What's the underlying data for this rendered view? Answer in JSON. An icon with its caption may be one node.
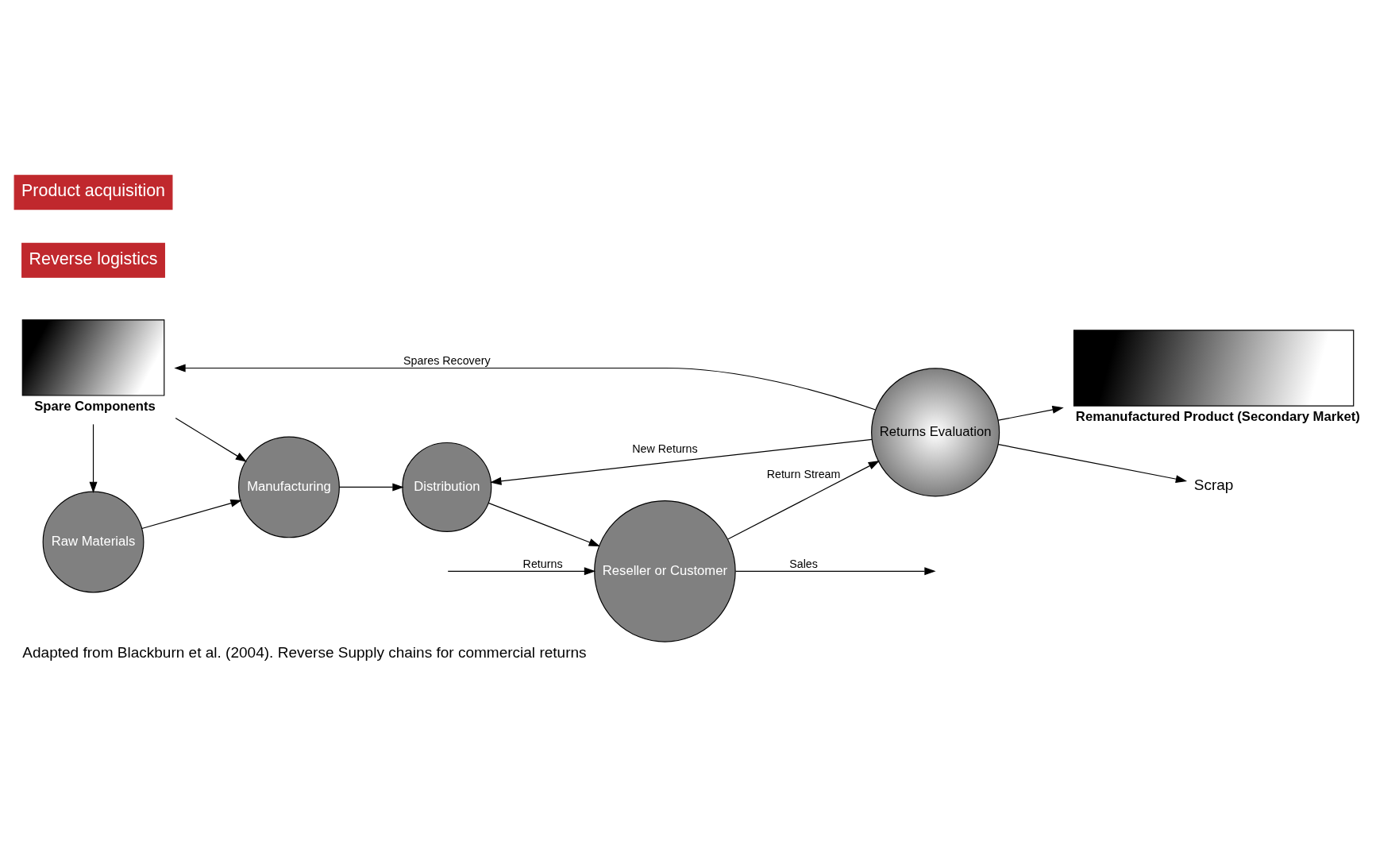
{
  "diagram": {
    "caption": "Adapted from Blackburn et al. (2004). Reverse Supply chains for commercial returns",
    "nodes": [
      {
        "text": [
          "Raw Materials"
        ]
      },
      {
        "text": [
          "Manufacturing"
        ]
      },
      {
        "text": [
          "Distribution"
        ]
      },
      {
        "text": [
          "Reseller or Customer"
        ]
      },
      {
        "text": [
          "Returns Evaluation"
        ]
      },
      {
        "text": [
          "Spare Components"
        ]
      },
      {
        "text": [
          "Remanufactured Product (Secondary Market)"
        ]
      },
      {
        "text": [
          "Scrap"
        ]
      }
    ],
    "edges": [
      {
        "from": 0,
        "to": 1,
        "arrow": "to"
      },
      {
        "from": 1,
        "to": 2,
        "arrow": "to"
      },
      {
        "from": 2,
        "to": 3,
        "arrow": "to"
      },
      {
        "from": 3,
        "to": null,
        "arrow": "to",
        "label": "Sales"
      },
      {
        "from": null,
        "to": 3,
        "arrow": "to",
        "label": "Returns"
      },
      {
        "from": 3,
        "to": 4,
        "arrow": "to",
        "label": "Return Stream"
      },
      {
        "from": 4,
        "to": 2,
        "arrow": "to",
        "label": "New Returns"
      },
      {
        "from": 4,
        "to": 5,
        "arrow": "to",
        "label": "Spares Recovery"
      },
      {
        "from": 5,
        "to": 0,
        "arrow": "to"
      },
      {
        "from": 5,
        "to": 1,
        "arrow": "to"
      },
      {
        "from": 4,
        "to": 6,
        "arrow": "to"
      },
      {
        "from": 4,
        "to": 7,
        "arrow": "to"
      }
    ],
    "labels": [
      "Reverse logistics",
      "Product acquisition"
    ]
  }
}
